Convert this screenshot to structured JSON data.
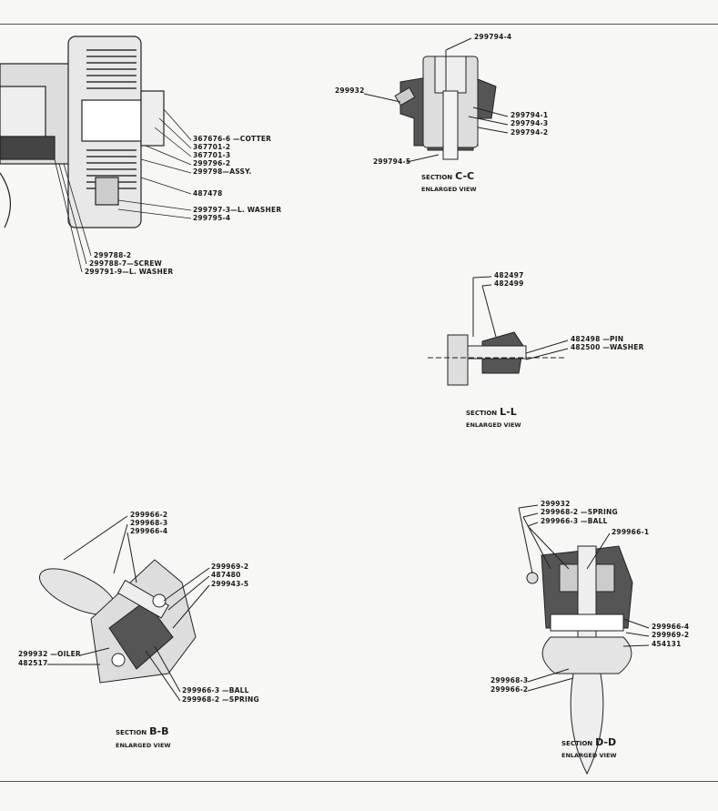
{
  "main_assembly": {
    "callouts": [
      "367676-6 —COTTER",
      "367701-2",
      "367701-3",
      "299796-2",
      "299798—ASSY.",
      "487478",
      "299797-3—L. WASHER",
      "299795-4"
    ],
    "lower_callouts": [
      "299788-2",
      "299788-7—SCREW",
      "299791-9—L. WASHER"
    ]
  },
  "section_cc": {
    "title": "SECTION",
    "letter": "C-C",
    "subtitle": "ENLARGED VIEW",
    "callouts": [
      "299794-4",
      "299932",
      "299794-1",
      "299794-3",
      "299794-2",
      "299794-5"
    ]
  },
  "section_ll": {
    "title": "SECTION",
    "letter": "L-L",
    "subtitle": "ENLARGED VIEW",
    "callouts": [
      "482497",
      "482499",
      "482498 —PIN",
      "482500 —WASHER"
    ]
  },
  "section_bb": {
    "title": "SECTION",
    "letter": "B-B",
    "subtitle": "ENLARGED VIEW",
    "callouts": [
      "299966-2",
      "299968-3",
      "299966-4",
      "299969-2",
      "487480",
      "299943-5",
      "299932 —OILER",
      "482517",
      "299966-3 —BALL",
      "299968-2 —SPRING"
    ]
  },
  "section_dd": {
    "title": "SECTION",
    "letter": "D-D",
    "subtitle": "ENLARGED VIEW",
    "callouts": [
      "299932",
      "299968-2 —SPRING",
      "299966-3 —BALL",
      "299966-1",
      "299966-4",
      "299969-2",
      "454131",
      "299968-3",
      "299966-2"
    ]
  }
}
